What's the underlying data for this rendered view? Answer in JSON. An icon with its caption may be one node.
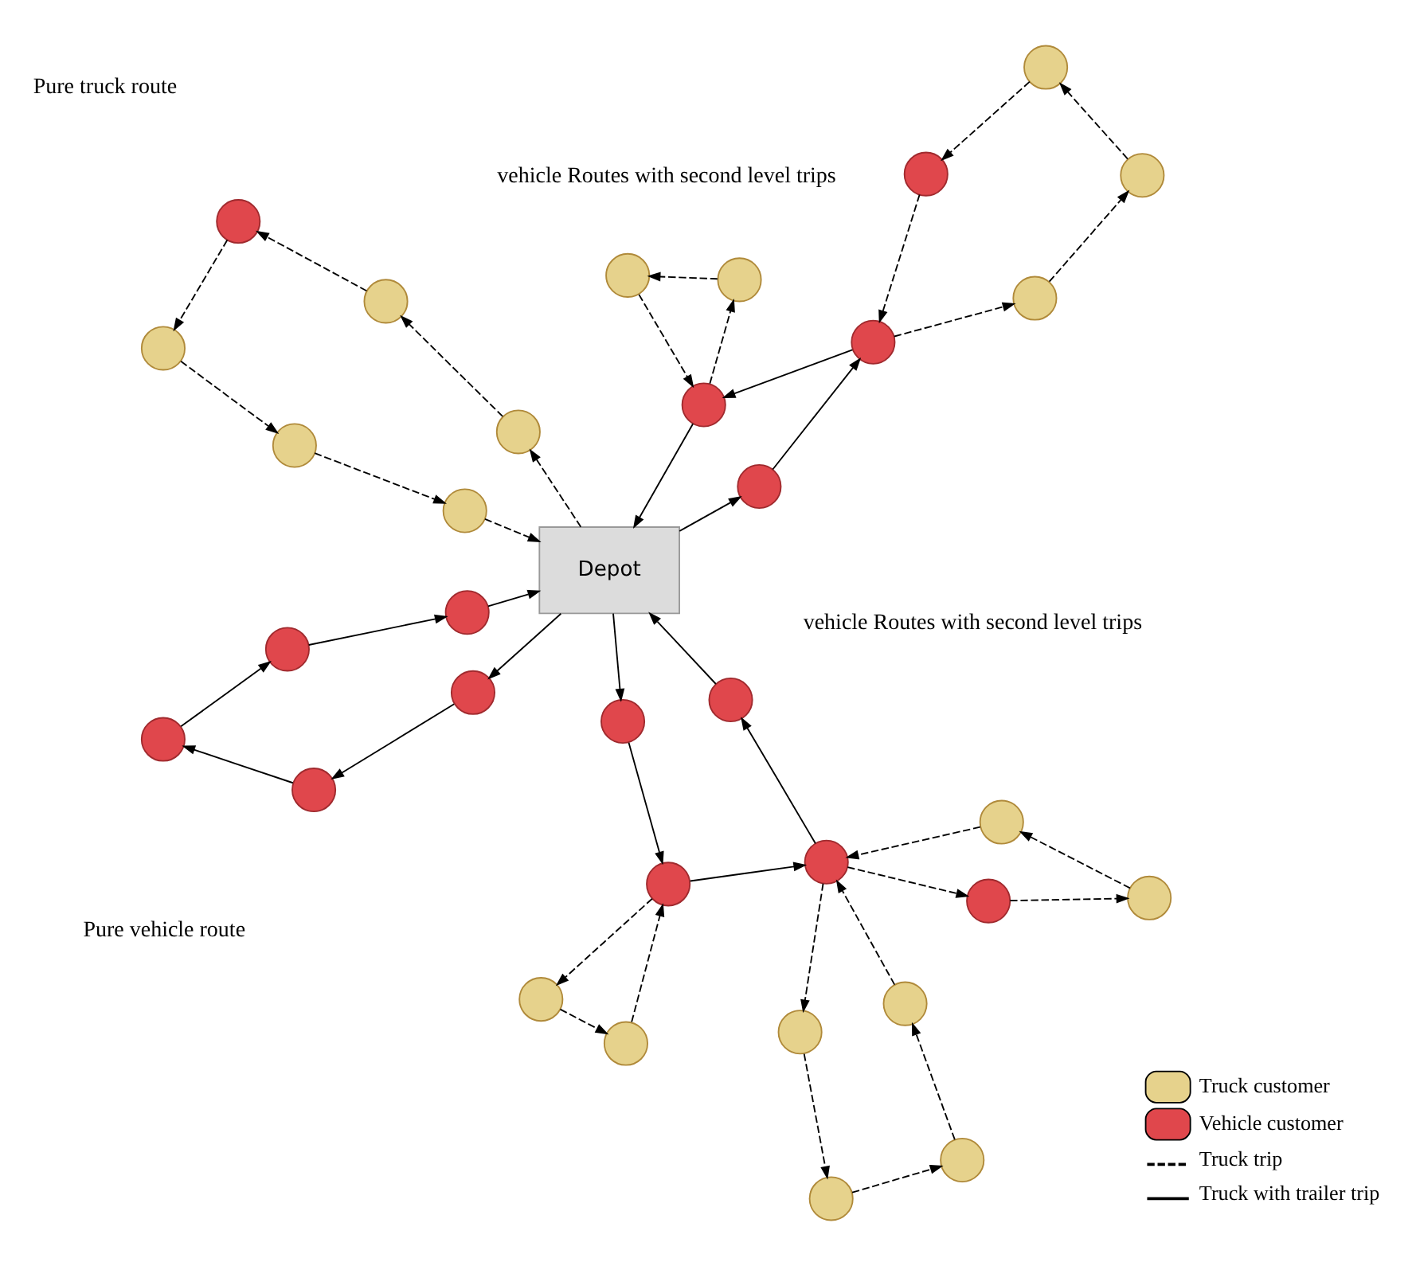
{
  "diagram": {
    "nodes": [
      {
        "text": [
          "Depot"
        ]
      },
      {
        "text": [],
        "shape": "circle"
      },
      {
        "text": [],
        "shape": "circle"
      },
      {
        "text": [],
        "shape": "circle"
      },
      {
        "text": [],
        "shape": "circle"
      },
      {
        "text": [],
        "shape": "circle"
      },
      {
        "text": [],
        "shape": "circle"
      },
      {
        "text": [],
        "shape": "circle"
      },
      {
        "text": [],
        "shape": "circle"
      },
      {
        "text": [],
        "shape": "circle"
      },
      {
        "text": [],
        "shape": "circle"
      },
      {
        "text": [],
        "shape": "circle"
      },
      {
        "text": [],
        "shape": "circle"
      },
      {
        "text": [],
        "shape": "circle"
      },
      {
        "text": [],
        "shape": "circle"
      },
      {
        "text": [],
        "shape": "circle"
      },
      {
        "text": [],
        "shape": "circle"
      },
      {
        "text": [],
        "shape": "circle"
      },
      {
        "text": [],
        "shape": "circle"
      },
      {
        "text": [],
        "shape": "circle"
      },
      {
        "text": [],
        "shape": "circle"
      },
      {
        "text": [],
        "shape": "circle"
      },
      {
        "text": [],
        "shape": "circle"
      },
      {
        "text": [],
        "shape": "circle"
      },
      {
        "text": [],
        "shape": "circle"
      },
      {
        "text": [],
        "shape": "circle"
      },
      {
        "text": [],
        "shape": "circle"
      },
      {
        "text": [],
        "shape": "circle"
      },
      {
        "text": [],
        "shape": "circle"
      },
      {
        "text": [],
        "shape": "circle"
      },
      {
        "text": [],
        "shape": "circle"
      },
      {
        "text": [],
        "shape": "circle"
      },
      {
        "text": [],
        "shape": "circle"
      },
      {
        "text": [],
        "shape": "circle"
      }
    ],
    "edges": [
      {
        "from": 4,
        "to": 1,
        "arrow": "to",
        "style": "dashed"
      },
      {
        "from": 1,
        "to": 10,
        "arrow": "to",
        "style": "dashed"
      },
      {
        "from": 10,
        "to": 2,
        "arrow": "to",
        "style": "dashed"
      },
      {
        "from": 2,
        "to": 3,
        "arrow": "to",
        "style": "dashed"
      },
      {
        "from": 3,
        "to": 9,
        "arrow": "to",
        "style": "dashed"
      },
      {
        "from": 9,
        "to": 8,
        "arrow": "to",
        "style": "dashed"
      },
      {
        "from": 8,
        "to": 10,
        "arrow": "to",
        "style": "dashed"
      },
      {
        "from": 10,
        "to": 7,
        "arrow": "to",
        "style": "dashed"
      },
      {
        "from": 7,
        "to": 4,
        "arrow": "to",
        "style": "dashed"
      },
      {
        "from": 10,
        "to": 13,
        "arrow": "to"
      },
      {
        "from": 13,
        "to": 0,
        "arrow": "to"
      },
      {
        "from": 0,
        "to": 17,
        "arrow": "to"
      },
      {
        "from": 17,
        "to": 15,
        "arrow": "to"
      },
      {
        "from": 15,
        "to": 10,
        "arrow": "to"
      },
      {
        "from": 14,
        "to": 15,
        "arrow": "to",
        "style": "dashed"
      },
      {
        "from": 15,
        "to": 18,
        "arrow": "to",
        "style": "dashed"
      },
      {
        "from": 18,
        "to": 14,
        "arrow": "to",
        "style": "dashed"
      },
      {
        "from": 0,
        "to": 16,
        "arrow": "to"
      },
      {
        "from": 16,
        "to": 11,
        "arrow": "to"
      },
      {
        "from": 11,
        "to": 5,
        "arrow": "to"
      },
      {
        "from": 5,
        "to": 6,
        "arrow": "to"
      },
      {
        "from": 6,
        "to": 12,
        "arrow": "to"
      },
      {
        "from": 12,
        "to": 0,
        "arrow": "to"
      },
      {
        "from": 0,
        "to": 19,
        "arrow": "to"
      },
      {
        "from": 19,
        "to": 23,
        "arrow": "to"
      },
      {
        "from": 23,
        "to": 27,
        "arrow": "to"
      },
      {
        "from": 27,
        "to": 0,
        "arrow": "to"
      },
      {
        "from": 23,
        "to": 22,
        "arrow": "to",
        "style": "dashed"
      },
      {
        "from": 22,
        "to": 25,
        "arrow": "to",
        "style": "dashed"
      },
      {
        "from": 25,
        "to": 29,
        "arrow": "to",
        "style": "dashed"
      },
      {
        "from": 29,
        "to": 26,
        "arrow": "to",
        "style": "dashed"
      },
      {
        "from": 26,
        "to": 23,
        "arrow": "to",
        "style": "dashed"
      },
      {
        "from": 27,
        "to": 30,
        "arrow": "to",
        "style": "dashed"
      },
      {
        "from": 30,
        "to": 33,
        "arrow": "to",
        "style": "dashed"
      },
      {
        "from": 33,
        "to": 27,
        "arrow": "to",
        "style": "dashed"
      },
      {
        "from": 0,
        "to": 20,
        "arrow": "to",
        "style": "dashed"
      },
      {
        "from": 20,
        "to": 24,
        "arrow": "to",
        "style": "dashed"
      },
      {
        "from": 24,
        "to": 32,
        "arrow": "to",
        "style": "dashed"
      },
      {
        "from": 32,
        "to": 31,
        "arrow": "to",
        "style": "dashed"
      },
      {
        "from": 31,
        "to": 28,
        "arrow": "to",
        "style": "dashed"
      },
      {
        "from": 28,
        "to": 21,
        "arrow": "to",
        "style": "dashed"
      },
      {
        "from": 21,
        "to": 0,
        "arrow": "to",
        "style": "dashed"
      }
    ],
    "labels": [
      "vehicle Routes with second level trips",
      "Pure vehicle route",
      "vehicle Routes with second level trips",
      "Pure truck route"
    ],
    "legend": [
      {
        "text": "Truck customer",
        "color": "#e6d28c"
      },
      {
        "text": "Vehicle customer",
        "color": "#e0474c"
      },
      {
        "text": "Truck trip"
      },
      {
        "text": "Truck with trailer trip"
      }
    ]
  }
}
